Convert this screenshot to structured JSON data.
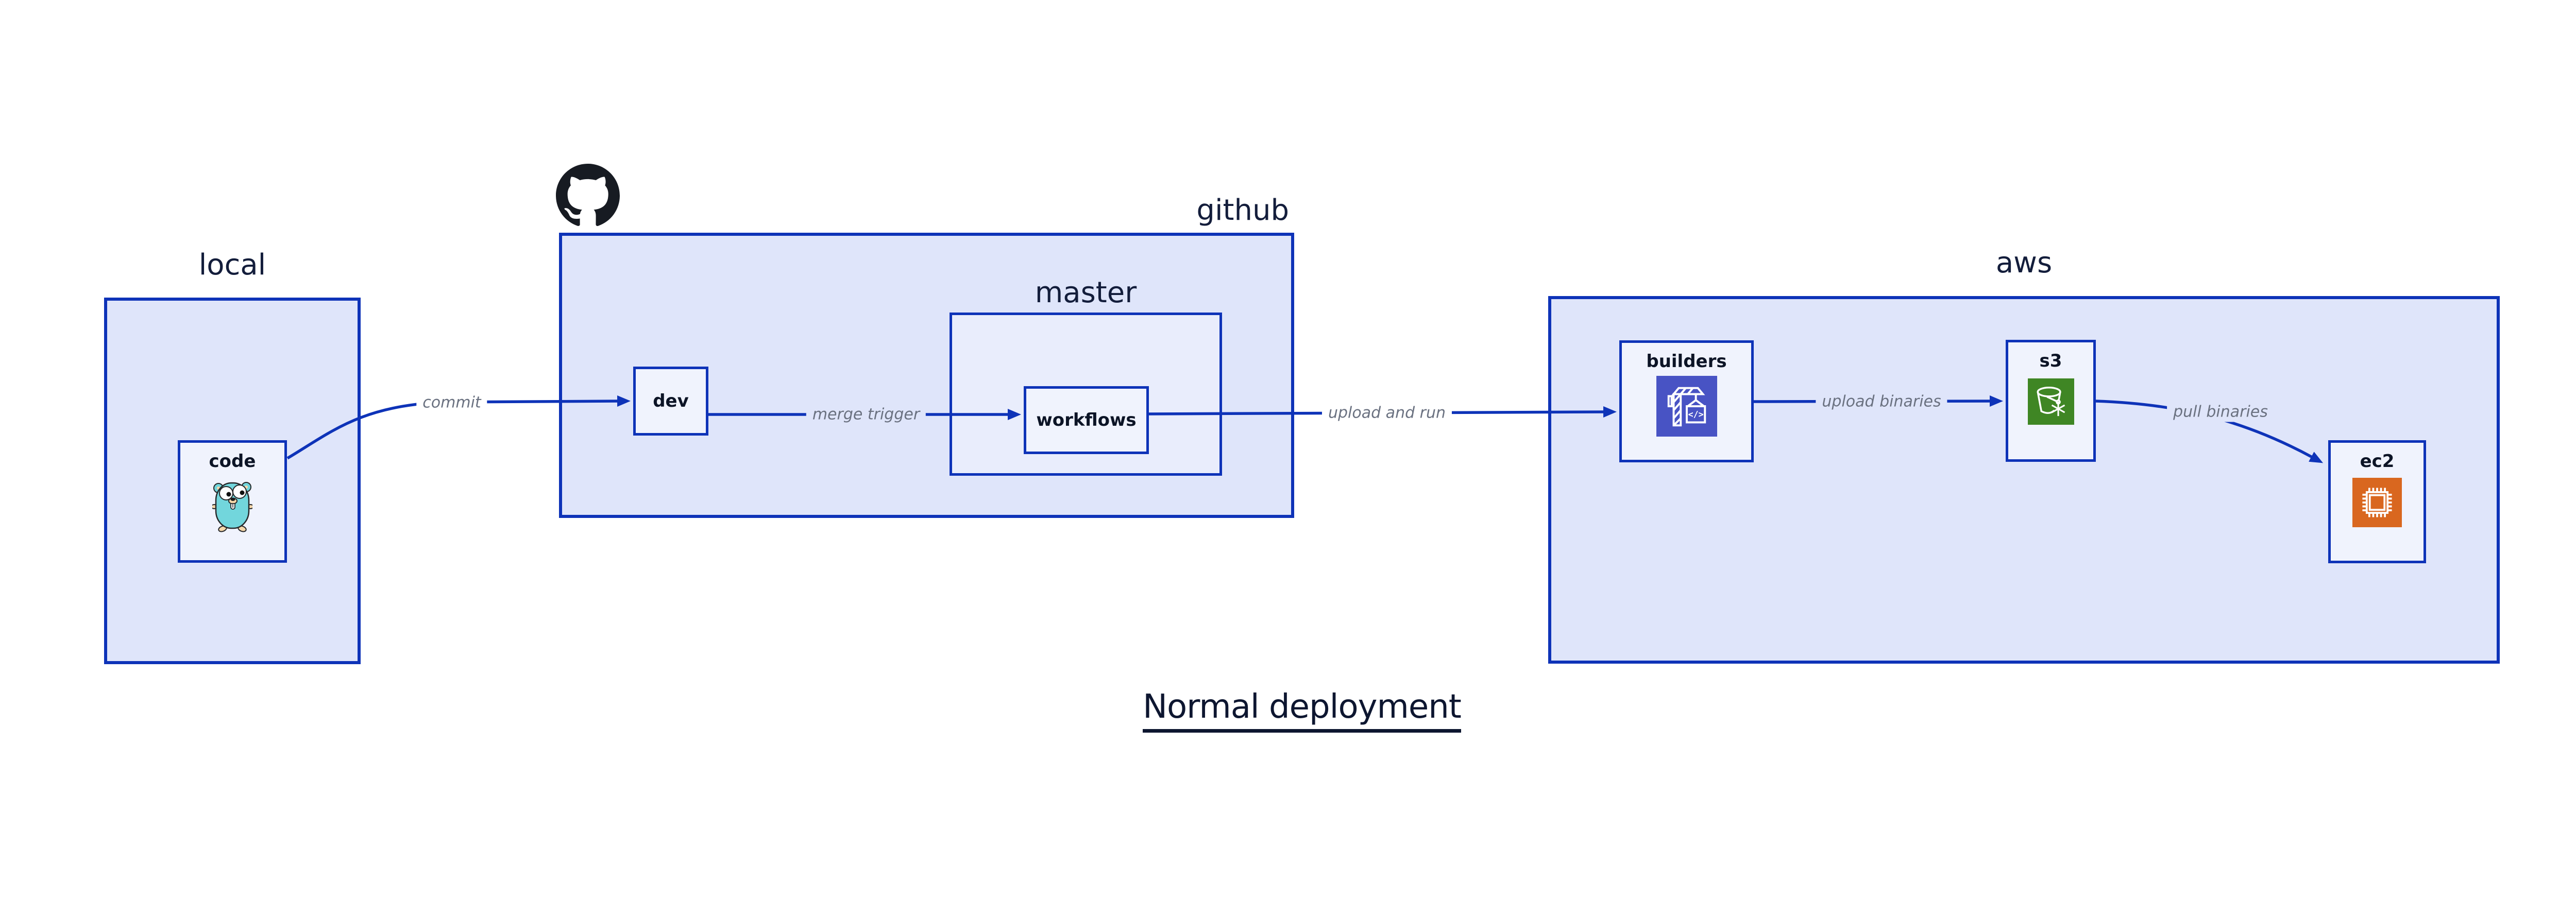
{
  "title": {
    "text": "Normal deployment"
  },
  "containers": {
    "local": {
      "label": "local"
    },
    "github": {
      "label": "github"
    },
    "master": {
      "label": "master"
    },
    "aws": {
      "label": "aws"
    }
  },
  "nodes": {
    "code": {
      "label": "code"
    },
    "dev": {
      "label": "dev"
    },
    "workflows": {
      "label": "workflows"
    },
    "builders": {
      "label": "builders"
    },
    "s3": {
      "label": "s3"
    },
    "ec2": {
      "label": "ec2"
    }
  },
  "edges": {
    "commit": {
      "label": "commit",
      "from": "code",
      "to": "dev"
    },
    "merge_trigger": {
      "label": "merge trigger",
      "from": "dev",
      "to": "workflows"
    },
    "upload_and_run": {
      "label": "upload and run",
      "from": "workflows",
      "to": "builders"
    },
    "upload_binaries": {
      "label": "upload binaries",
      "from": "builders",
      "to": "s3"
    },
    "pull_binaries": {
      "label": "pull binaries",
      "from": "s3",
      "to": "ec2"
    }
  },
  "icons": {
    "github_logo": "octocat-icon",
    "code_node": "go-gopher-icon",
    "builders_node": "codebuild-crane-icon",
    "s3_node": "s3-glacier-bucket-icon",
    "ec2_node": "ec2-chip-icon",
    "builders_code_glyph": "</>"
  },
  "colors": {
    "edge_blue": "#0e33b8",
    "container_fill": "#dfe5fa",
    "nested_container_fill": "#e9edfc",
    "node_fill": "#f0f3fd",
    "label_navy": "#131d3b",
    "edge_label_gray": "#6a7180",
    "builders_icon_bg": "#4853c4",
    "s3_icon_bg": "#3f8624",
    "ec2_icon_bg": "#d9671f",
    "octocat_black": "#171b22",
    "gopher_teal": "#72d6dc",
    "canvas": "#ffffff"
  }
}
